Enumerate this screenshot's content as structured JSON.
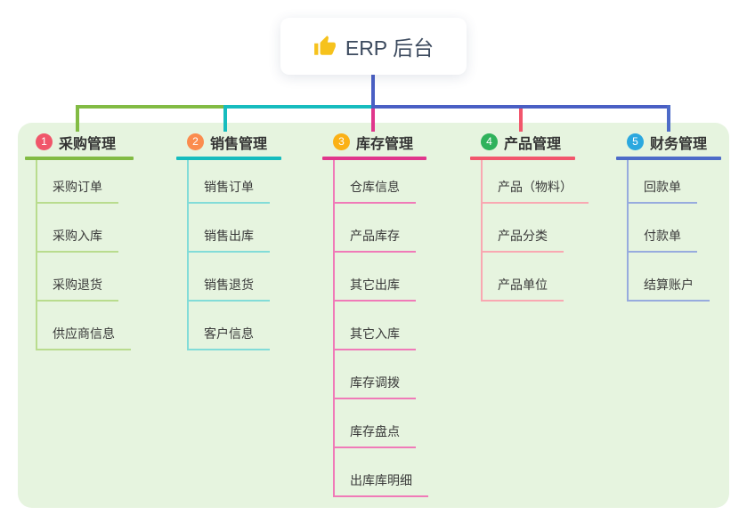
{
  "root": {
    "title": "ERP 后台",
    "icon": "thumbs-up"
  },
  "panel_background": "#e6f4df",
  "connectors": {
    "stem_color": "#4a5fc4"
  },
  "branches": [
    {
      "badge": "1",
      "title": "采购管理",
      "color": "#82bb44",
      "light_color": "#b9dc8e",
      "badge_color": "#f0566a",
      "children": [
        "采购订单",
        "采购入库",
        "采购退货",
        "供应商信息"
      ]
    },
    {
      "badge": "2",
      "title": "销售管理",
      "color": "#16bcbe",
      "light_color": "#82dcd8",
      "badge_color": "#fb8c4e",
      "children": [
        "销售订单",
        "销售出库",
        "销售退货",
        "客户信息"
      ]
    },
    {
      "badge": "3",
      "title": "库存管理",
      "color": "#e0368c",
      "light_color": "#f07ab8",
      "badge_color": "#fbb116",
      "children": [
        "仓库信息",
        "产品库存",
        "其它出库",
        "其它入库",
        "库存调拨",
        "库存盘点",
        "出库库明细"
      ]
    },
    {
      "badge": "4",
      "title": "产品管理",
      "color": "#f2566c",
      "light_color": "#f9a8b2",
      "badge_color": "#2fb25b",
      "children": [
        "产品（物料）",
        "产品分类",
        "产品单位"
      ]
    },
    {
      "badge": "5",
      "title": "财务管理",
      "color": "#4d6bc8",
      "light_color": "#97abde",
      "badge_color": "#2ba8df",
      "children": [
        "回款单",
        "付款单",
        "结算账户"
      ]
    }
  ]
}
